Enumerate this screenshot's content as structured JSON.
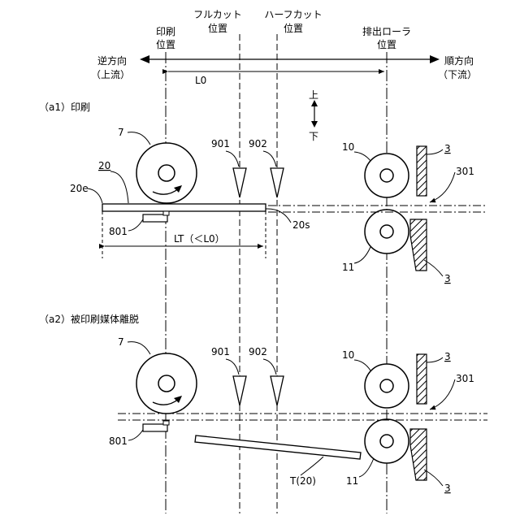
{
  "top_labels": {
    "print_position": [
      "印刷",
      "位置"
    ],
    "full_cut_position": [
      "フルカット",
      "位置"
    ],
    "half_cut_position": [
      "ハーフカット",
      "位置"
    ],
    "discharge_roller_position": [
      "排出ローラ",
      "位置"
    ]
  },
  "direction": {
    "reverse": "逆方向",
    "reverse_sub": "（上流）",
    "forward": "順方向",
    "forward_sub": "（下流）",
    "up": "上",
    "down": "下"
  },
  "distance_labels": {
    "l0": "L0",
    "lt": "LT（＜L0）"
  },
  "sections": {
    "a1": "（a1）印刷",
    "a2": "（a2）被印刷媒体離脱"
  },
  "refs": {
    "platen": "7",
    "medium": "20",
    "medium_edge": "20e",
    "medium_tail": "20s",
    "full_cutter": "901",
    "half_cutter": "902",
    "roller_upper": "10",
    "roller_lower": "11",
    "guide": "3",
    "guide_lower": "3",
    "guide_line": "301",
    "sensor": "801",
    "medium_released": "T(20)"
  }
}
